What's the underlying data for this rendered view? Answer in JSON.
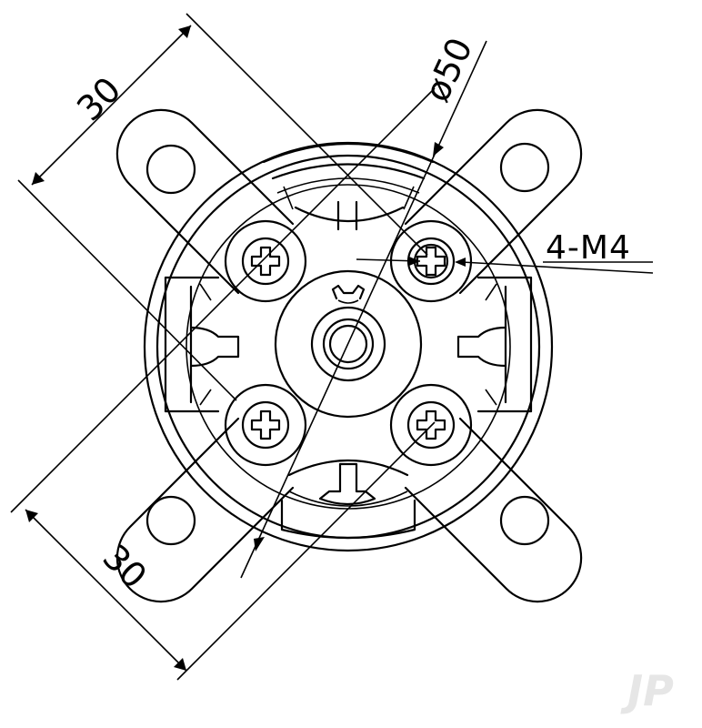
{
  "dimensions": {
    "top_diagonal": "30",
    "bottom_diagonal": "30",
    "diameter": "ø50",
    "thread": "4-M4"
  },
  "watermark": "JP"
}
